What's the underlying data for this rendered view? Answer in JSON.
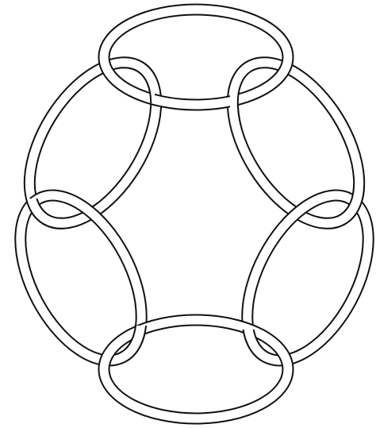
{
  "diagram": {
    "kind": "interlinked ring chain",
    "ring_count": 6,
    "colors": {
      "background": "#ffffff",
      "ring_fill": "#ffffff",
      "ring_outline": "#111111"
    },
    "rings": [
      {
        "id": "ring-top"
      },
      {
        "id": "ring-upper-right"
      },
      {
        "id": "ring-lower-right"
      },
      {
        "id": "ring-bottom"
      },
      {
        "id": "ring-lower-left"
      },
      {
        "id": "ring-upper-left"
      }
    ]
  }
}
